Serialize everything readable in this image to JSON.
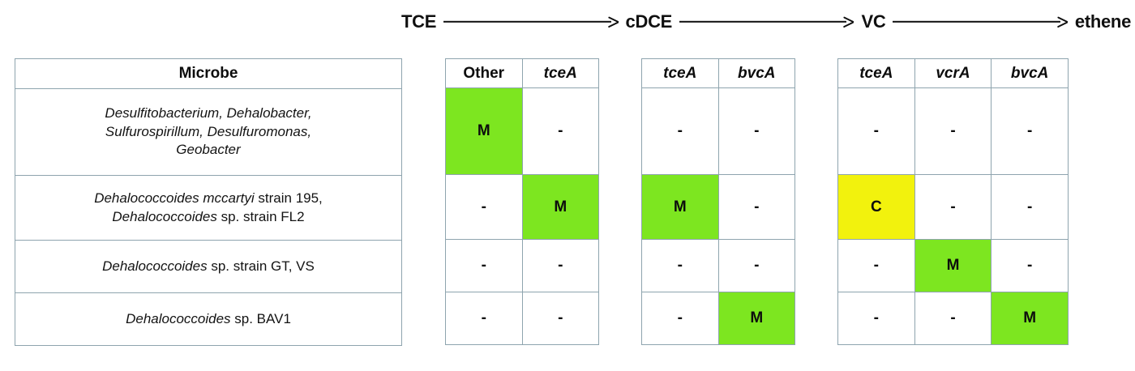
{
  "pathway": {
    "steps": [
      {
        "label": "TCE"
      },
      {
        "label": "cDCE"
      },
      {
        "label": "VC"
      },
      {
        "label": "ethene"
      }
    ],
    "arrow_icon": "right-arrow-icon"
  },
  "colors": {
    "green": "#7de620",
    "yellow": "#f2f20d",
    "border": "#8ea4ae",
    "text": "#111111",
    "background": "#ffffff"
  },
  "legend_marks": {
    "M": "M",
    "C": "C",
    "absent": "-"
  },
  "microbe_table": {
    "header": "Microbe",
    "rows": [
      {
        "lines": [
          {
            "italic": "Desulfitobacterium, Dehalobacter,"
          },
          {
            "italic": "Sulfurospirillum, Desulfuromonas,"
          },
          {
            "italic": "Geobacter"
          }
        ]
      },
      {
        "lines": [
          {
            "italic": "Dehalococcoides mccartyi",
            "roman": " strain 195,"
          },
          {
            "italic": "Dehalococcoides",
            "roman": " sp. strain FL2"
          }
        ]
      },
      {
        "lines": [
          {
            "italic": "Dehalococcoides",
            "roman": " sp. strain GT, VS"
          }
        ]
      },
      {
        "lines": [
          {
            "italic": "Dehalococcoides",
            "roman": " sp. BAV1"
          }
        ]
      }
    ]
  },
  "gene_groups": [
    {
      "name": "tce-to-cdce",
      "columns": [
        {
          "label": "Other",
          "italic": false
        },
        {
          "label": "tceA",
          "italic": true
        }
      ],
      "cells": [
        [
          {
            "value": "M",
            "fill": "green"
          },
          {
            "value": "-",
            "fill": "none"
          }
        ],
        [
          {
            "value": "-",
            "fill": "none"
          },
          {
            "value": "M",
            "fill": "green"
          }
        ],
        [
          {
            "value": "-",
            "fill": "none"
          },
          {
            "value": "-",
            "fill": "none"
          }
        ],
        [
          {
            "value": "-",
            "fill": "none"
          },
          {
            "value": "-",
            "fill": "none"
          }
        ]
      ]
    },
    {
      "name": "cdce-to-vc",
      "columns": [
        {
          "label": "tceA",
          "italic": true
        },
        {
          "label": "bvcA",
          "italic": true
        }
      ],
      "cells": [
        [
          {
            "value": "-",
            "fill": "none"
          },
          {
            "value": "-",
            "fill": "none"
          }
        ],
        [
          {
            "value": "M",
            "fill": "green"
          },
          {
            "value": "-",
            "fill": "none"
          }
        ],
        [
          {
            "value": "-",
            "fill": "none"
          },
          {
            "value": "-",
            "fill": "none"
          }
        ],
        [
          {
            "value": "-",
            "fill": "none"
          },
          {
            "value": "M",
            "fill": "green"
          }
        ]
      ]
    },
    {
      "name": "vc-to-ethene",
      "columns": [
        {
          "label": "tceA",
          "italic": true
        },
        {
          "label": "vcrA",
          "italic": true
        },
        {
          "label": "bvcA",
          "italic": true
        }
      ],
      "cells": [
        [
          {
            "value": "-",
            "fill": "none"
          },
          {
            "value": "-",
            "fill": "none"
          },
          {
            "value": "-",
            "fill": "none"
          }
        ],
        [
          {
            "value": "C",
            "fill": "yellow"
          },
          {
            "value": "-",
            "fill": "none"
          },
          {
            "value": "-",
            "fill": "none"
          }
        ],
        [
          {
            "value": "-",
            "fill": "none"
          },
          {
            "value": "M",
            "fill": "green"
          },
          {
            "value": "-",
            "fill": "none"
          }
        ],
        [
          {
            "value": "-",
            "fill": "none"
          },
          {
            "value": "-",
            "fill": "none"
          },
          {
            "value": "M",
            "fill": "green"
          }
        ]
      ]
    }
  ]
}
